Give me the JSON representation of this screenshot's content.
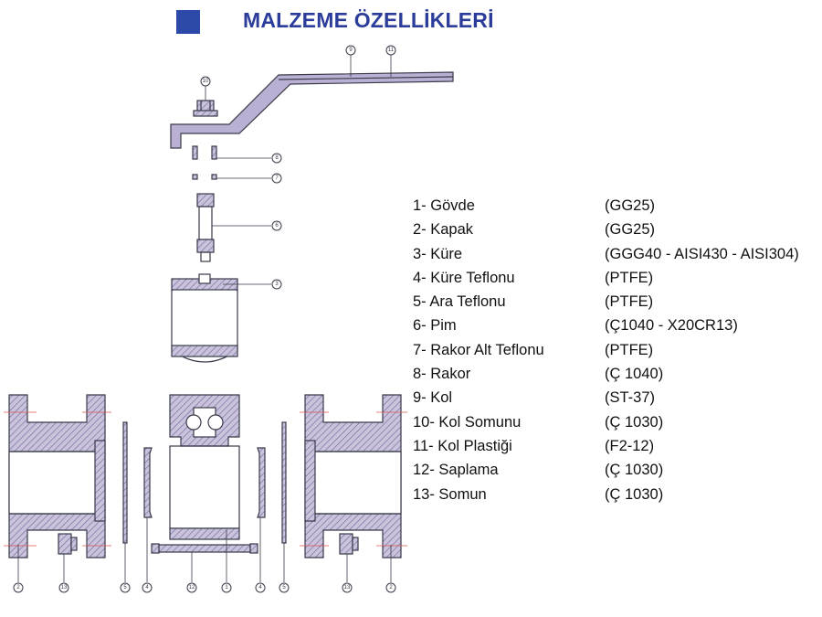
{
  "header": {
    "title": "MALZEME ÖZELLİKLERİ",
    "title_color": "#2b3c9a",
    "square_color": "#2e4aa8"
  },
  "colors": {
    "outline": "#3a3a4a",
    "hatch": "#7a6aa0",
    "hatch_fill": "#c9c3dc",
    "handle_fill": "#b9b0d3",
    "centerline": "#d9534f"
  },
  "callouts": {
    "c1": "1",
    "c2a": "2",
    "c2b": "2",
    "c3": "3",
    "c4a": "4",
    "c4b": "4",
    "c5a": "5",
    "c5b": "5",
    "c6": "6",
    "c7": "7",
    "c8": "8",
    "c9": "9",
    "c10": "10",
    "c11": "11",
    "c12": "12",
    "c13a": "13",
    "c13b": "13"
  },
  "parts": [
    {
      "name": "1-   Gövde",
      "material": "(GG25)"
    },
    {
      "name": "2-   Kapak",
      "material": "(GG25)"
    },
    {
      "name": "3-   Küre",
      "material": "(GGG40 - AISI430 - AISI304)"
    },
    {
      "name": "4-   Küre Teflonu",
      "material": "(PTFE)"
    },
    {
      "name": "5-   Ara Teflonu",
      "material": "(PTFE)"
    },
    {
      "name": "6-   Pim",
      "material": "(Ç1040 - X20CR13)"
    },
    {
      "name": "7-   Rakor Alt Teflonu",
      "material": "(PTFE)"
    },
    {
      "name": "8-   Rakor",
      "material": "(Ç 1040)"
    },
    {
      "name": "9-   Kol",
      "material": "(ST-37)"
    },
    {
      "name": "10- Kol Somunu",
      "material": "(Ç 1030)"
    },
    {
      "name": "11- Kol Plastiği",
      "material": "(F2-12)"
    },
    {
      "name": "12- Saplama",
      "material": "(Ç 1030)"
    },
    {
      "name": "13- Somun",
      "material": "(Ç 1030)"
    }
  ]
}
